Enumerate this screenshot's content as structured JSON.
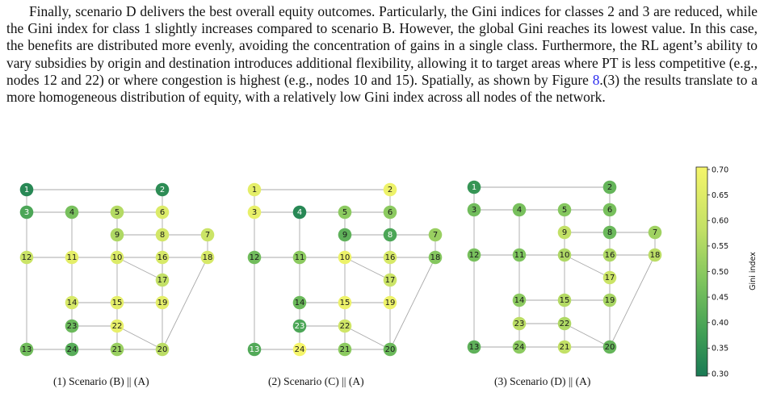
{
  "paragraph": {
    "part1": "Finally, scenario D delivers the best overall equity outcomes. Particularly, the Gini indices for classes 2 and 3 are reduced, while the Gini index for class 1 slightly increases compared to scenario B. However, the global Gini reaches its lowest value. In this case, the benefits are distributed more evenly, avoiding the concentration of gains in a single class. Furthermore, the RL agent’s ability to vary subsidies by origin and destination introduces additional flexibility, allowing it to target areas where PT is less competitive (e.g., nodes 12 and 22) or where congestion is highest (e.g., nodes 10 and 15). Spatially, as shown by Figure ",
    "figure_ref": "8",
    "part2": ".(3) the results translate to a more homogeneous distribution of equity, with a relatively low Gini index across all nodes of the network."
  },
  "colorbar": {
    "label": "Gini index",
    "ticks": [
      "0.70",
      "0.65",
      "0.60",
      "0.55",
      "0.50",
      "0.45",
      "0.40",
      "0.35",
      "0.30"
    ],
    "range": [
      0.3,
      0.7
    ],
    "color_low": "#1a7a55",
    "color_high": "#f5f56a"
  },
  "edges": [
    [
      1,
      2
    ],
    [
      1,
      3
    ],
    [
      3,
      4
    ],
    [
      4,
      5
    ],
    [
      5,
      6
    ],
    [
      2,
      6
    ],
    [
      3,
      12
    ],
    [
      4,
      11
    ],
    [
      5,
      9
    ],
    [
      6,
      8
    ],
    [
      9,
      8
    ],
    [
      8,
      7
    ],
    [
      9,
      10
    ],
    [
      8,
      16
    ],
    [
      7,
      18
    ],
    [
      12,
      11
    ],
    [
      11,
      10
    ],
    [
      10,
      16
    ],
    [
      16,
      18
    ],
    [
      10,
      17
    ],
    [
      16,
      17
    ],
    [
      12,
      13
    ],
    [
      11,
      14
    ],
    [
      10,
      15
    ],
    [
      16,
      19
    ],
    [
      14,
      15
    ],
    [
      15,
      19
    ],
    [
      14,
      23
    ],
    [
      15,
      22
    ],
    [
      23,
      22
    ],
    [
      13,
      24
    ],
    [
      24,
      21
    ],
    [
      21,
      20
    ],
    [
      22,
      21
    ],
    [
      22,
      20
    ],
    [
      19,
      20
    ],
    [
      18,
      20
    ],
    [
      23,
      24
    ]
  ],
  "panels": [
    {
      "caption": "(1) Scenario (B) || (A)",
      "gini": {
        "1": 0.33,
        "2": 0.34,
        "3": 0.4,
        "4": 0.47,
        "5": 0.56,
        "6": 0.64,
        "7": 0.6,
        "8": 0.62,
        "9": 0.55,
        "10": 0.64,
        "11": 0.66,
        "12": 0.6,
        "13": 0.46,
        "14": 0.63,
        "15": 0.66,
        "16": 0.63,
        "17": 0.58,
        "18": 0.63,
        "19": 0.66,
        "20": 0.57,
        "21": 0.52,
        "22": 0.67,
        "23": 0.45,
        "24": 0.42
      }
    },
    {
      "caption": "(2) Scenario (C) || (A)",
      "gini": {
        "1": 0.66,
        "2": 0.68,
        "3": 0.67,
        "4": 0.33,
        "5": 0.5,
        "6": 0.5,
        "7": 0.52,
        "8": 0.4,
        "9": 0.43,
        "10": 0.68,
        "11": 0.5,
        "12": 0.46,
        "13": 0.41,
        "14": 0.45,
        "15": 0.68,
        "16": 0.63,
        "17": 0.6,
        "18": 0.49,
        "19": 0.68,
        "20": 0.45,
        "21": 0.5,
        "22": 0.61,
        "23": 0.4,
        "24": 0.7
      }
    },
    {
      "caption": "(3) Scenario (D) || (A)",
      "gini": {
        "1": 0.36,
        "2": 0.44,
        "3": 0.46,
        "4": 0.47,
        "5": 0.49,
        "6": 0.47,
        "7": 0.53,
        "8": 0.45,
        "9": 0.58,
        "10": 0.55,
        "11": 0.48,
        "12": 0.47,
        "13": 0.43,
        "14": 0.5,
        "15": 0.56,
        "16": 0.55,
        "17": 0.6,
        "18": 0.57,
        "19": 0.54,
        "20": 0.44,
        "21": 0.58,
        "22": 0.55,
        "23": 0.57,
        "24": 0.5
      }
    }
  ]
}
